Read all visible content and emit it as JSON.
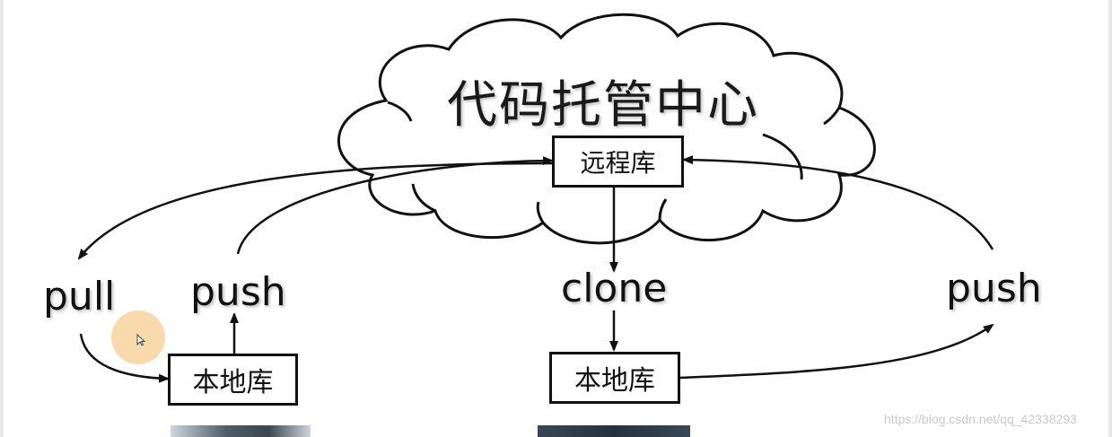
{
  "diagram": {
    "cloud_title": "代码托管中心",
    "remote_repo": "远程库",
    "local_repo_left": "本地库",
    "local_repo_right": "本地库",
    "operations": {
      "pull": "pull",
      "push_left": "push",
      "clone": "clone",
      "push_right": "push"
    }
  },
  "watermark": "https://blog.csdn.net/qq_42338293",
  "colors": {
    "stroke": "#111111",
    "background": "#ffffff",
    "cursor_highlight": "#f5cd91"
  },
  "icons": {
    "cursor": "mouse-pointer-icon"
  }
}
